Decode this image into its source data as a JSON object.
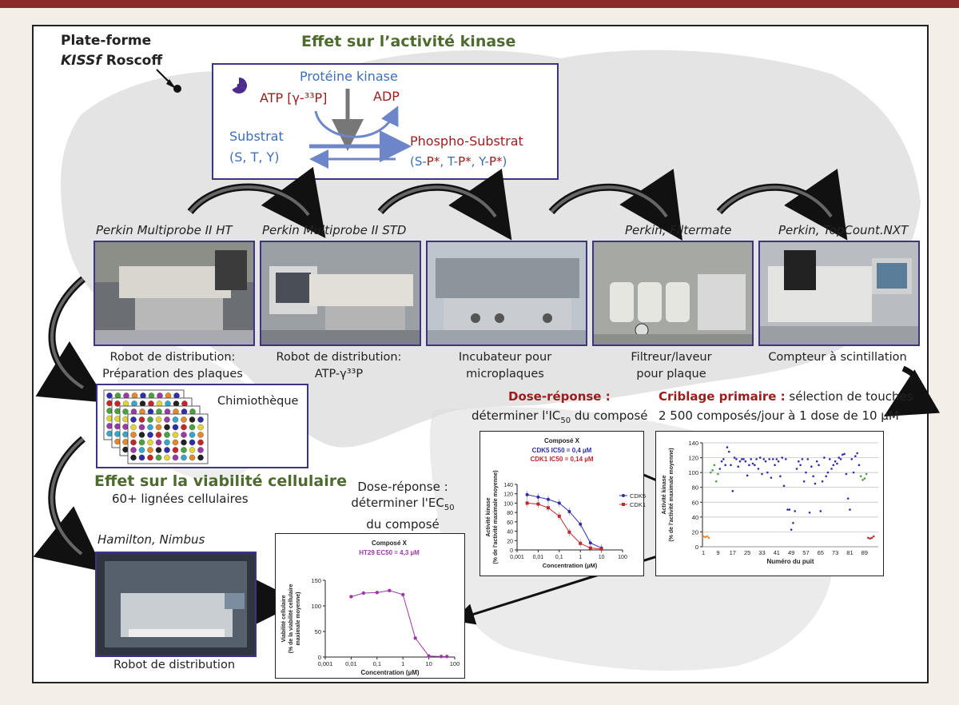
{
  "platform": {
    "line1": "Plate-forme",
    "kissf": "KISSf",
    "roscoff": " Roscoff"
  },
  "kinase_section": {
    "title": "Effet sur l’activité kinase",
    "reaction": {
      "enzyme": "Protéine kinase",
      "atp": "ATP [γ-³³P]",
      "adp": "ADP",
      "substrate": "Substrat",
      "substrate_residues": "(S, T, Y)",
      "product": "Phospho-Substrat",
      "product_open": "(S-",
      "pstar": "P*",
      "sep_t": ", T-",
      "sep_y": ", Y-",
      "product_close": ")"
    }
  },
  "instruments": [
    {
      "name": "Perkin Multiprobe II HT",
      "caption1": "Robot de distribution:",
      "caption2": "Préparation des plaques"
    },
    {
      "name": "Perkin Multiprobe II STD",
      "caption1": "Robot de distribution:",
      "caption2": "ATP-γ³³P"
    },
    {
      "name": "",
      "caption1": "Incubateur pour",
      "caption2": "microplaques"
    },
    {
      "name": "Perkin, Filtermate",
      "caption1": "Filtreur/laveur",
      "caption2": "pour plaque"
    },
    {
      "name": "Perkin, TopCount.NXT",
      "caption1": "Compteur à scintillation",
      "caption2": ""
    }
  ],
  "chemotheque": "Chimiothèque",
  "viability_section": {
    "title": "Effet sur la viabilité cellulaire",
    "subtitle": "60+ lignées cellulaires"
  },
  "hamilton": {
    "name": "Hamilton, Nimbus",
    "caption": "Robot de distribution"
  },
  "dose_response_kinase": {
    "title": "Dose-réponse :",
    "subtitle_a": "déterminer l'IC",
    "subtitle_sub": "50",
    "subtitle_b": " du composé"
  },
  "primary_screen": {
    "title": "Criblage primaire :",
    "subtitle1_rest": " sélection de touches",
    "subtitle2": "2 500 composés/jour à 1 dose de 10 µM"
  },
  "dose_response_viability": {
    "line1": "Dose-réponse :",
    "line2a": "déterminer l'EC",
    "line2_sub": "50",
    "line3": "du composé"
  },
  "colors": {
    "frame_blue": "#3b3487",
    "title_green": "#4e6b2e",
    "dark_red": "#9b1c1c",
    "blue_series": "#2e2ea8",
    "red_series": "#c0282d",
    "purple_series": "#9a3aa4",
    "green_well": "#4aa13f",
    "orange_well": "#e08a2c"
  },
  "chart_data": [
    {
      "type": "line",
      "title": "Composé X",
      "annotations": [
        "CDK5 IC50 = 0,4 µM",
        "CDK1 IC50 = 0,14 µM"
      ],
      "xlabel": "Concentration (µM)",
      "ylabel": [
        "Activité kinase",
        "(% de l'activité maximale moyenne)"
      ],
      "x_scale": "log",
      "xlim": [
        0.001,
        100
      ],
      "ylim": [
        0,
        140
      ],
      "x_ticks": [
        "0,001",
        "0,01",
        "0,1",
        "1",
        "10",
        "100"
      ],
      "y_ticks": [
        "0",
        "20",
        "40",
        "60",
        "80",
        "100",
        "120",
        "140"
      ],
      "legend": "right",
      "x": [
        0.003,
        0.01,
        0.03,
        0.1,
        0.3,
        1,
        3,
        10
      ],
      "series": [
        {
          "name": "CDK5",
          "values": [
            118,
            113,
            108,
            100,
            82,
            55,
            15,
            4
          ]
        },
        {
          "name": "CDK1",
          "values": [
            100,
            98,
            90,
            72,
            38,
            14,
            4,
            2
          ]
        }
      ]
    },
    {
      "type": "scatter",
      "xlabel": "Numéro du puit",
      "ylabel": [
        "Activité kinase",
        "(% de l'activité maximale moyenne)"
      ],
      "xlim": [
        0,
        96
      ],
      "ylim": [
        0,
        140
      ],
      "x_ticks": [
        "1",
        "9",
        "17",
        "25",
        "33",
        "41",
        "49",
        "57",
        "65",
        "73",
        "81",
        "89"
      ],
      "y_ticks": [
        "0",
        "20",
        "40",
        "60",
        "80",
        "100",
        "120",
        "140"
      ],
      "grid": true,
      "points": [
        [
          1,
          14
        ],
        [
          2,
          13
        ],
        [
          3,
          14
        ],
        [
          4,
          12
        ],
        [
          5,
          100
        ],
        [
          6,
          103
        ],
        [
          7,
          110
        ],
        [
          8,
          88
        ],
        [
          9,
          98
        ],
        [
          10,
          105
        ],
        [
          11,
          115
        ],
        [
          12,
          118
        ],
        [
          13,
          110
        ],
        [
          14,
          134
        ],
        [
          15,
          128
        ],
        [
          16,
          110
        ],
        [
          17,
          75
        ],
        [
          18,
          120
        ],
        [
          19,
          118
        ],
        [
          20,
          108
        ],
        [
          21,
          115
        ],
        [
          22,
          118
        ],
        [
          23,
          118
        ],
        [
          24,
          115
        ],
        [
          25,
          96
        ],
        [
          26,
          110
        ],
        [
          27,
          118
        ],
        [
          28,
          112
        ],
        [
          29,
          110
        ],
        [
          30,
          118
        ],
        [
          31,
          105
        ],
        [
          32,
          120
        ],
        [
          33,
          98
        ],
        [
          34,
          118
        ],
        [
          35,
          115
        ],
        [
          36,
          100
        ],
        [
          37,
          118
        ],
        [
          38,
          93
        ],
        [
          39,
          118
        ],
        [
          40,
          110
        ],
        [
          41,
          118
        ],
        [
          42,
          115
        ],
        [
          43,
          95
        ],
        [
          44,
          120
        ],
        [
          45,
          82
        ],
        [
          46,
          118
        ],
        [
          47,
          50
        ],
        [
          48,
          50
        ],
        [
          49,
          23
        ],
        [
          50,
          32
        ],
        [
          51,
          48
        ],
        [
          52,
          105
        ],
        [
          53,
          115
        ],
        [
          54,
          110
        ],
        [
          55,
          118
        ],
        [
          56,
          88
        ],
        [
          57,
          100
        ],
        [
          58,
          118
        ],
        [
          59,
          46
        ],
        [
          60,
          108
        ],
        [
          61,
          95
        ],
        [
          62,
          85
        ],
        [
          63,
          115
        ],
        [
          64,
          110
        ],
        [
          65,
          48
        ],
        [
          66,
          88
        ],
        [
          67,
          120
        ],
        [
          68,
          95
        ],
        [
          69,
          100
        ],
        [
          70,
          118
        ],
        [
          71,
          105
        ],
        [
          72,
          110
        ],
        [
          73,
          115
        ],
        [
          74,
          112
        ],
        [
          75,
          120
        ],
        [
          76,
          118
        ],
        [
          77,
          124
        ],
        [
          78,
          125
        ],
        [
          79,
          98
        ],
        [
          80,
          65
        ],
        [
          81,
          50
        ],
        [
          82,
          118
        ],
        [
          83,
          100
        ],
        [
          84,
          122
        ],
        [
          85,
          126
        ],
        [
          86,
          110
        ],
        [
          87,
          95
        ],
        [
          88,
          90
        ],
        [
          89,
          92
        ],
        [
          90,
          98
        ],
        [
          91,
          12
        ],
        [
          92,
          11
        ],
        [
          93,
          12
        ],
        [
          94,
          14
        ]
      ]
    },
    {
      "type": "line",
      "title": "Composé X",
      "annotations": [
        "HT29 EC50 = 4,3 µM"
      ],
      "xlabel": "Concentration (µM)",
      "ylabel": [
        "Viabilité cellulaire",
        "(% de la viabilité cellulaire",
        "maximale moyenne)"
      ],
      "x_scale": "log",
      "xlim": [
        0.001,
        100
      ],
      "ylim": [
        0,
        150
      ],
      "x_ticks": [
        "0,001",
        "0,01",
        "0,1",
        "1",
        "10",
        "100"
      ],
      "y_ticks": [
        "0",
        "50",
        "100",
        "150"
      ],
      "x": [
        0.01,
        0.03,
        0.1,
        0.3,
        1,
        3,
        10,
        30,
        50
      ],
      "series": [
        {
          "name": "HT29",
          "values": [
            118,
            125,
            126,
            130,
            122,
            37,
            2,
            1,
            1
          ]
        }
      ]
    }
  ]
}
